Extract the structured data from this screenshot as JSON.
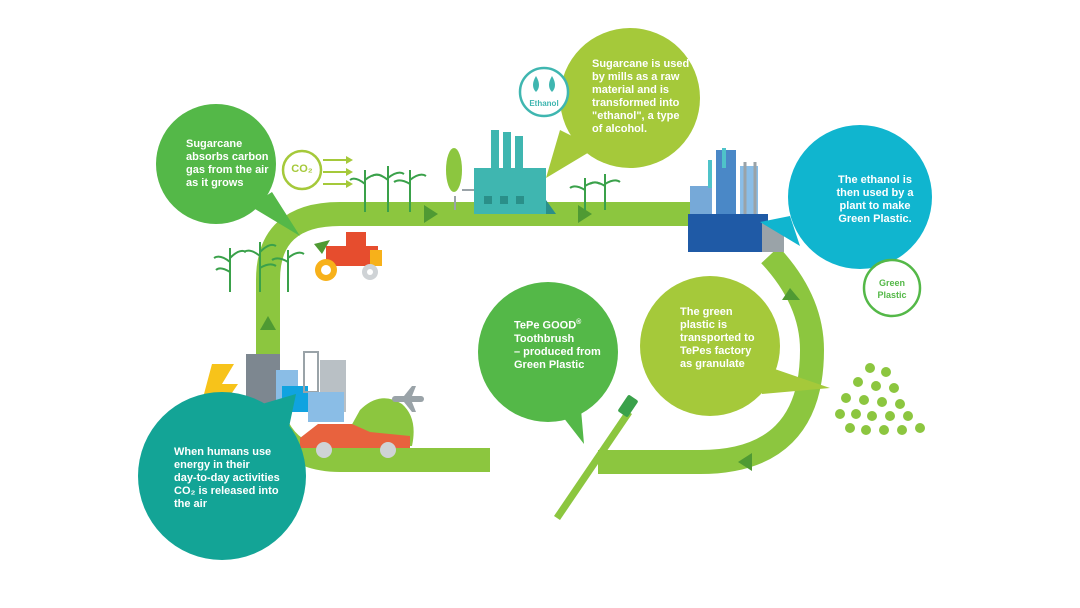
{
  "colors": {
    "loop": "#8cc63f",
    "loop_dark": "#5fa22d",
    "bubble_green": "#54b848",
    "bubble_lime": "#a5c93a",
    "bubble_cyan": "#10b5cf",
    "bubble_teal": "#13a496",
    "factory_teal": "#3fb6b0",
    "plant_blue": "#1f5aa6"
  },
  "bubbles": {
    "sugarcane_absorbs": "Sugarcane\nabsorbs carbon\ngas from the air\nas it grows",
    "sugarcane_mills": "Sugarcane is used\nby mills as a raw\nmaterial and is\ntransformed into\n\"ethanol\", a type\nof alcohol.",
    "ethanol_plant": "The ethanol is\nthen  used by a\nplant to make\nGreen Plastic.",
    "toothbrush_title": "TePe GOOD",
    "toothbrush_reg": "®",
    "toothbrush_rest": "Toothbrush\n– produced from\nGreen Plastic",
    "transported": "The green\nplastic is\ntransported to\nTePes factory\nas granulate",
    "humans": "When humans use\nenergy in their\nday-to-day activities\nCO₂ is released into\nthe air"
  },
  "badges": {
    "co2": "CO₂",
    "ethanol": "Ethanol",
    "green_plastic_line1": "Green",
    "green_plastic_line2": "Plastic"
  },
  "icons": [
    "co2-badge-icon",
    "ethanol-drops-icon",
    "factory-icon",
    "plant-icon",
    "tractor-icon",
    "city-icon",
    "car-icon",
    "airplane-icon",
    "lightning-icon",
    "toothbrush-icon",
    "granulate-icon",
    "sugarcane-icon"
  ]
}
